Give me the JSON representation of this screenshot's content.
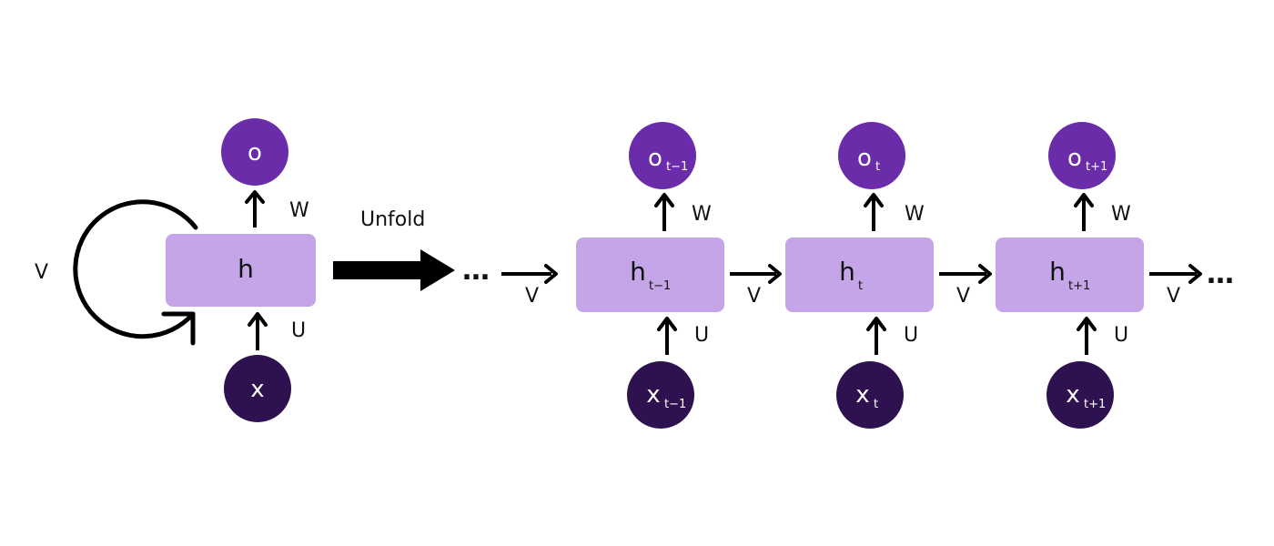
{
  "colors": {
    "hidden_fill": "#c4a6e8",
    "output_fill": "#6a2ca8",
    "input_fill": "#2e1250",
    "stroke": "#000000"
  },
  "folded": {
    "hidden": "h",
    "output": "o",
    "input": "x",
    "recurrent_weight": "V",
    "output_weight": "W",
    "input_weight": "U"
  },
  "unfold_label": "Unfold",
  "ellipsis": "…",
  "weights": {
    "V": "V",
    "W": "W",
    "U": "U"
  },
  "steps": [
    {
      "hidden": "h",
      "output": "o",
      "input": "x",
      "sub": "t−1"
    },
    {
      "hidden": "h",
      "output": "o",
      "input": "x",
      "sub": "t"
    },
    {
      "hidden": "h",
      "output": "o",
      "input": "x",
      "sub": "t+1"
    }
  ]
}
